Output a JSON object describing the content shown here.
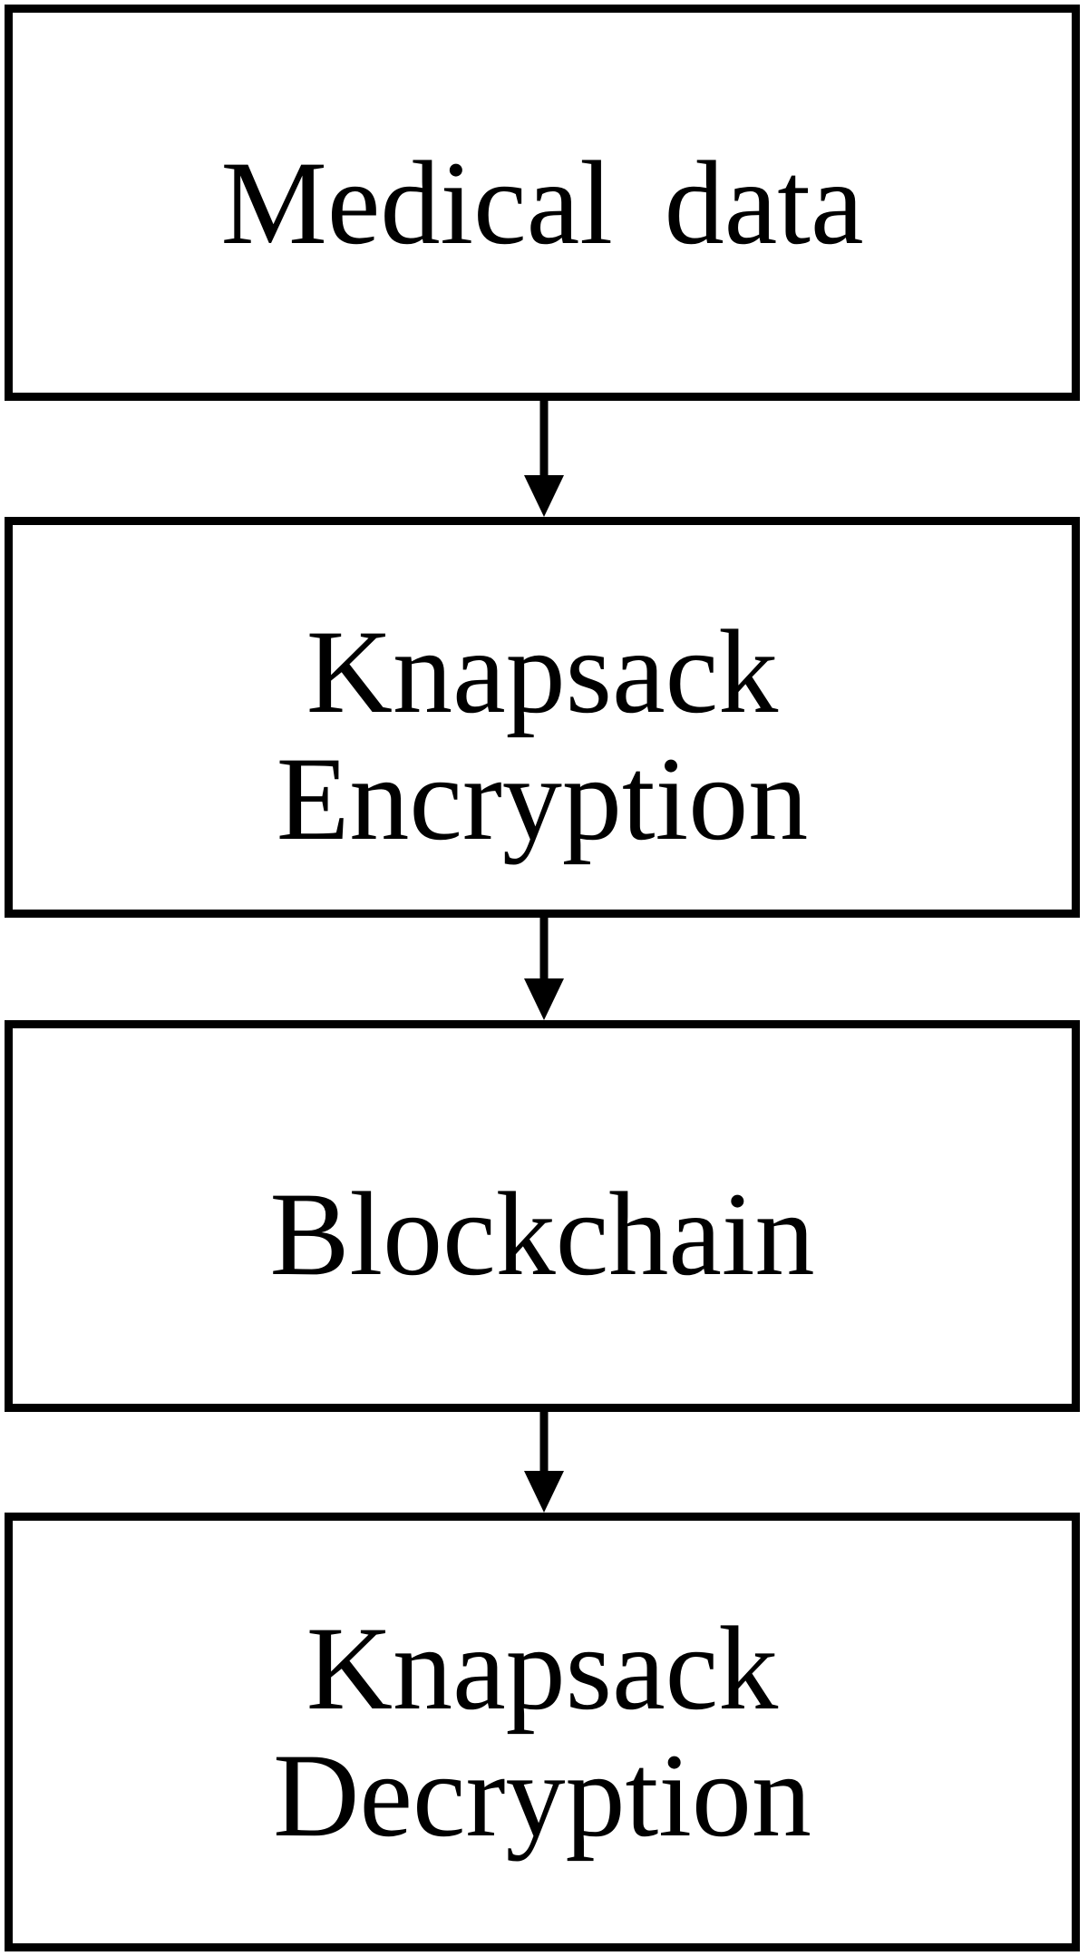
{
  "diagram": {
    "type": "flowchart",
    "orientation": "vertical",
    "colors": {
      "background": "#ffffff",
      "node_fill": "#ffffff",
      "node_border": "#000000",
      "text": "#000000",
      "arrow": "#000000"
    },
    "nodes": [
      {
        "id": "medical-data",
        "label": "Medical data"
      },
      {
        "id": "knapsack-encryption",
        "label": "Knapsack\nEncryption"
      },
      {
        "id": "blockchain",
        "label": "Blockchain"
      },
      {
        "id": "knapsack-decryption",
        "label": "Knapsack\nDecryption"
      }
    ],
    "edges": [
      {
        "from": "medical-data",
        "to": "knapsack-encryption",
        "style": "arrow-down"
      },
      {
        "from": "knapsack-encryption",
        "to": "blockchain",
        "style": "arrow-down"
      },
      {
        "from": "blockchain",
        "to": "knapsack-decryption",
        "style": "arrow-down"
      }
    ]
  }
}
